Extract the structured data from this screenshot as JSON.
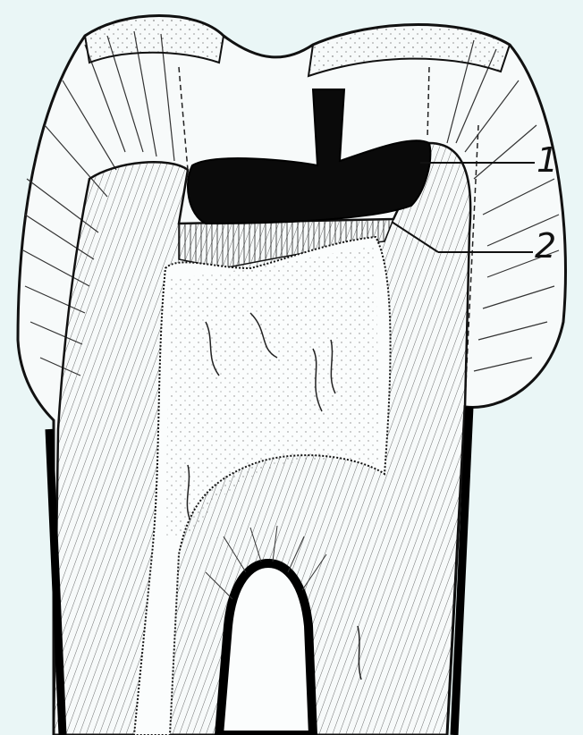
{
  "figure": {
    "callouts": [
      {
        "label": "1",
        "target": "filling"
      },
      {
        "label": "2",
        "target": "liner"
      }
    ]
  }
}
